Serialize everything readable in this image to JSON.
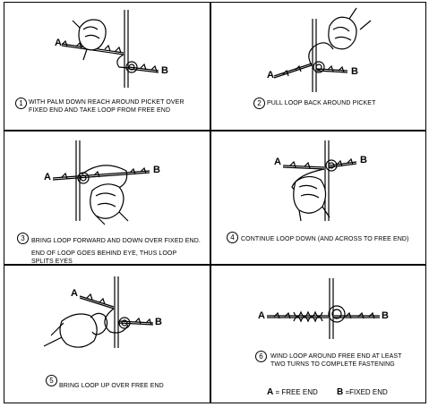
{
  "labels": {
    "a": "A",
    "b": "B"
  },
  "steps": [
    {
      "number": "1",
      "caption": "WITH PALM DOWN REACH AROUND PICKET OVER FIXED END AND TAKE LOOP FROM FREE END"
    },
    {
      "number": "2",
      "caption": "PULL LOOP BACK AROUND PICKET"
    },
    {
      "number": "3",
      "caption": "BRING LOOP FORWARD AND DOWN OVER FIXED END.",
      "note": "END OF LOOP GOES BEHIND EYE, THUS LOOP SPLITS EYES"
    },
    {
      "number": "4",
      "caption": "CONTINUE LOOP DOWN (AND ACROSS TO FREE END)"
    },
    {
      "number": "5",
      "caption": "BRING LOOP UP OVER FREE END"
    },
    {
      "number": "6",
      "caption": "WIND LOOP AROUND FREE END AT LEAST TWO TURNS TO COMPLETE FASTENING"
    }
  ],
  "legend": {
    "a_letter": "A",
    "a_text": "= FREE END",
    "b_letter": "B",
    "b_text": "=FIXED END"
  }
}
